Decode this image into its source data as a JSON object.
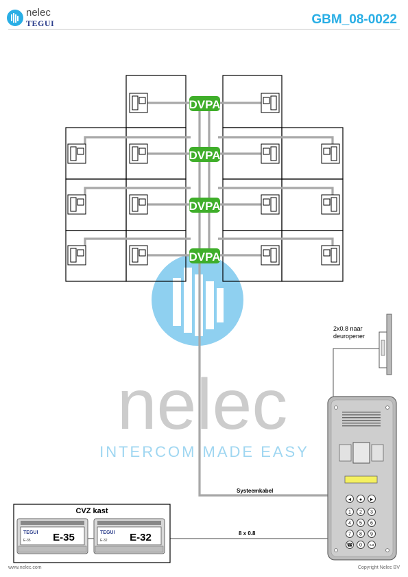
{
  "header": {
    "doc_code": "GBM_08-0022",
    "logo_name": "nelec",
    "logo_brand": "TEGUI"
  },
  "watermark": {
    "word": "nelec",
    "tagline": "INTERCOM MADE EASY"
  },
  "labels": {
    "dvpa": "DVPA",
    "door_opener_line1": "2x0.8 naar",
    "door_opener_line2": "deuropener",
    "system_cable": "Systeemkabel",
    "cable_8x08": "8 x 0.8",
    "cvz_title": "CVZ kast"
  },
  "modules": [
    {
      "brand": "TEGUI",
      "small_code": "E-35",
      "big_code": "E-35"
    },
    {
      "brand": "TEGUI",
      "small_code": "E-32",
      "big_code": "E-32"
    }
  ],
  "keypad": {
    "nav": [
      "◄",
      "●",
      "►"
    ],
    "keys": [
      "1",
      "2",
      "3",
      "4",
      "5",
      "6",
      "7",
      "8",
      "9",
      "☎",
      "0",
      "⊶"
    ]
  },
  "footer": {
    "left": "www.nelec.com",
    "right": "Copyright Nelec BV"
  },
  "colors": {
    "accent": "#29aee5",
    "dvpa": "#3fae2a",
    "cable": "#a8a8a8",
    "brand_dark": "#2c3e8c"
  }
}
